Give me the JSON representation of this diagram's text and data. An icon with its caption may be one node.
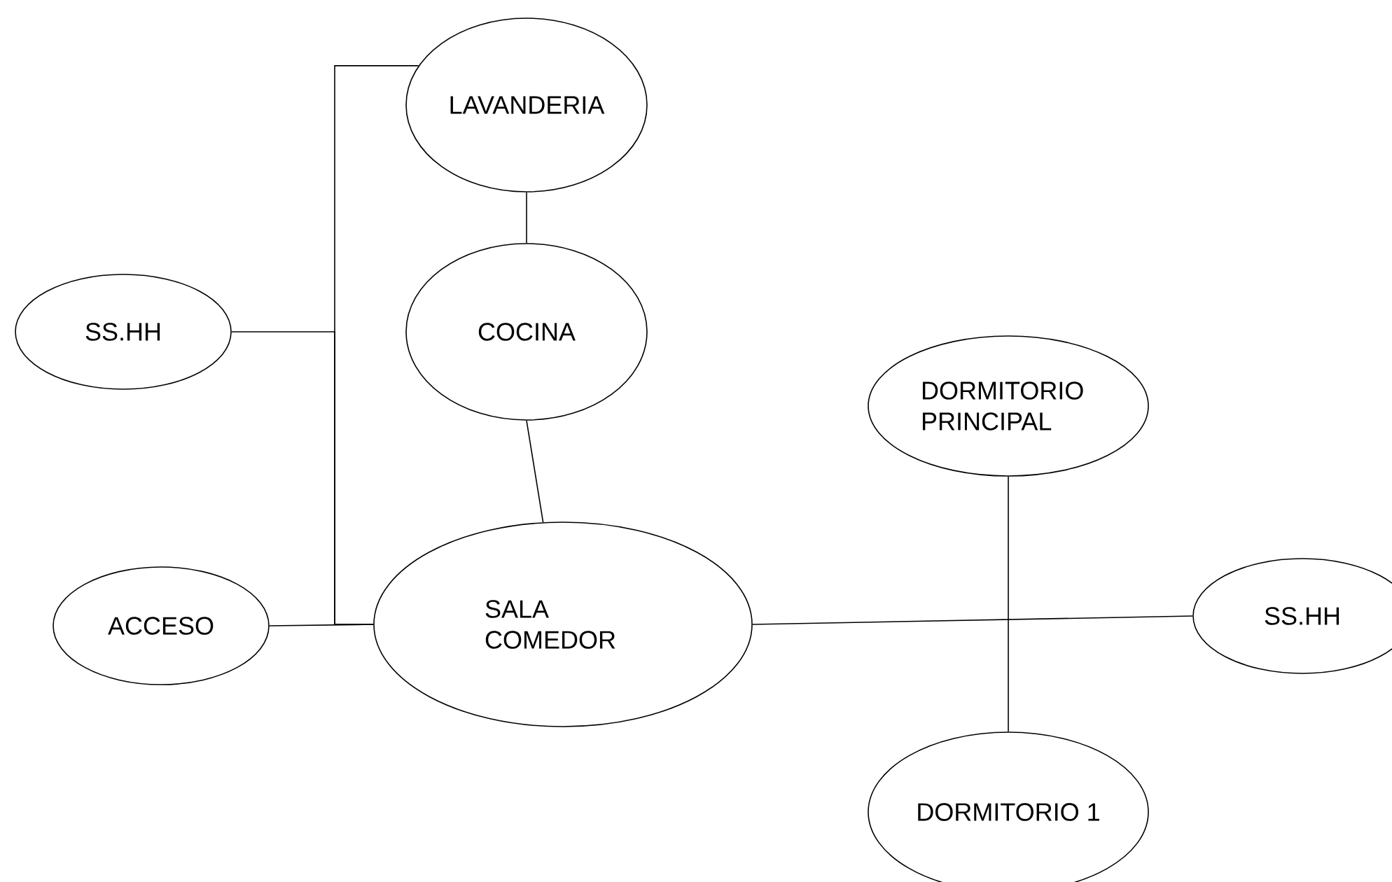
{
  "diagram": {
    "nodes": [
      {
        "text": [
          "LAVANDERIA"
        ]
      },
      {
        "text": [
          "SS.HH"
        ]
      },
      {
        "text": [
          "COCINA"
        ]
      },
      {
        "text": [
          "DORMITORIO PRINCIPAL"
        ]
      },
      {
        "text": [
          "ACCESO"
        ]
      },
      {
        "text": [
          "SALA COMEDOR"
        ]
      },
      {
        "text": [
          "SS.HH"
        ]
      },
      {
        "text": [
          "DORMITORIO 1"
        ]
      }
    ],
    "edges": [
      {
        "from": 0,
        "to": 2,
        "arrow": "none"
      },
      {
        "from": 2,
        "to": 5,
        "arrow": "none"
      },
      {
        "from": 5,
        "to": 0,
        "arrow": "none"
      },
      {
        "from": 5,
        "to": 1,
        "arrow": "none"
      },
      {
        "from": 5,
        "to": 4,
        "arrow": "none"
      },
      {
        "from": 5,
        "to": 6,
        "arrow": "none"
      },
      {
        "from": 3,
        "to": 7,
        "arrow": "none"
      }
    ]
  }
}
